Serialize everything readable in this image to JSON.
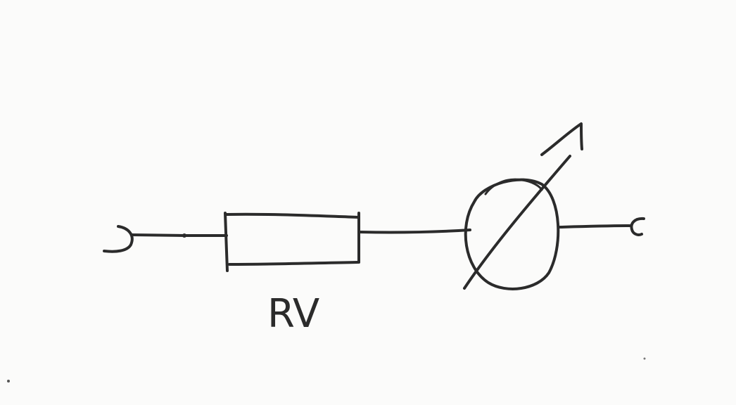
{
  "diagram": {
    "resistor_label": "RV",
    "ink_color": "#2b2b2b",
    "paper_color": "#fbfbfa",
    "components": [
      {
        "kind": "terminal-left"
      },
      {
        "kind": "resistor"
      },
      {
        "kind": "variable-circle-element"
      },
      {
        "kind": "terminal-right"
      }
    ]
  }
}
